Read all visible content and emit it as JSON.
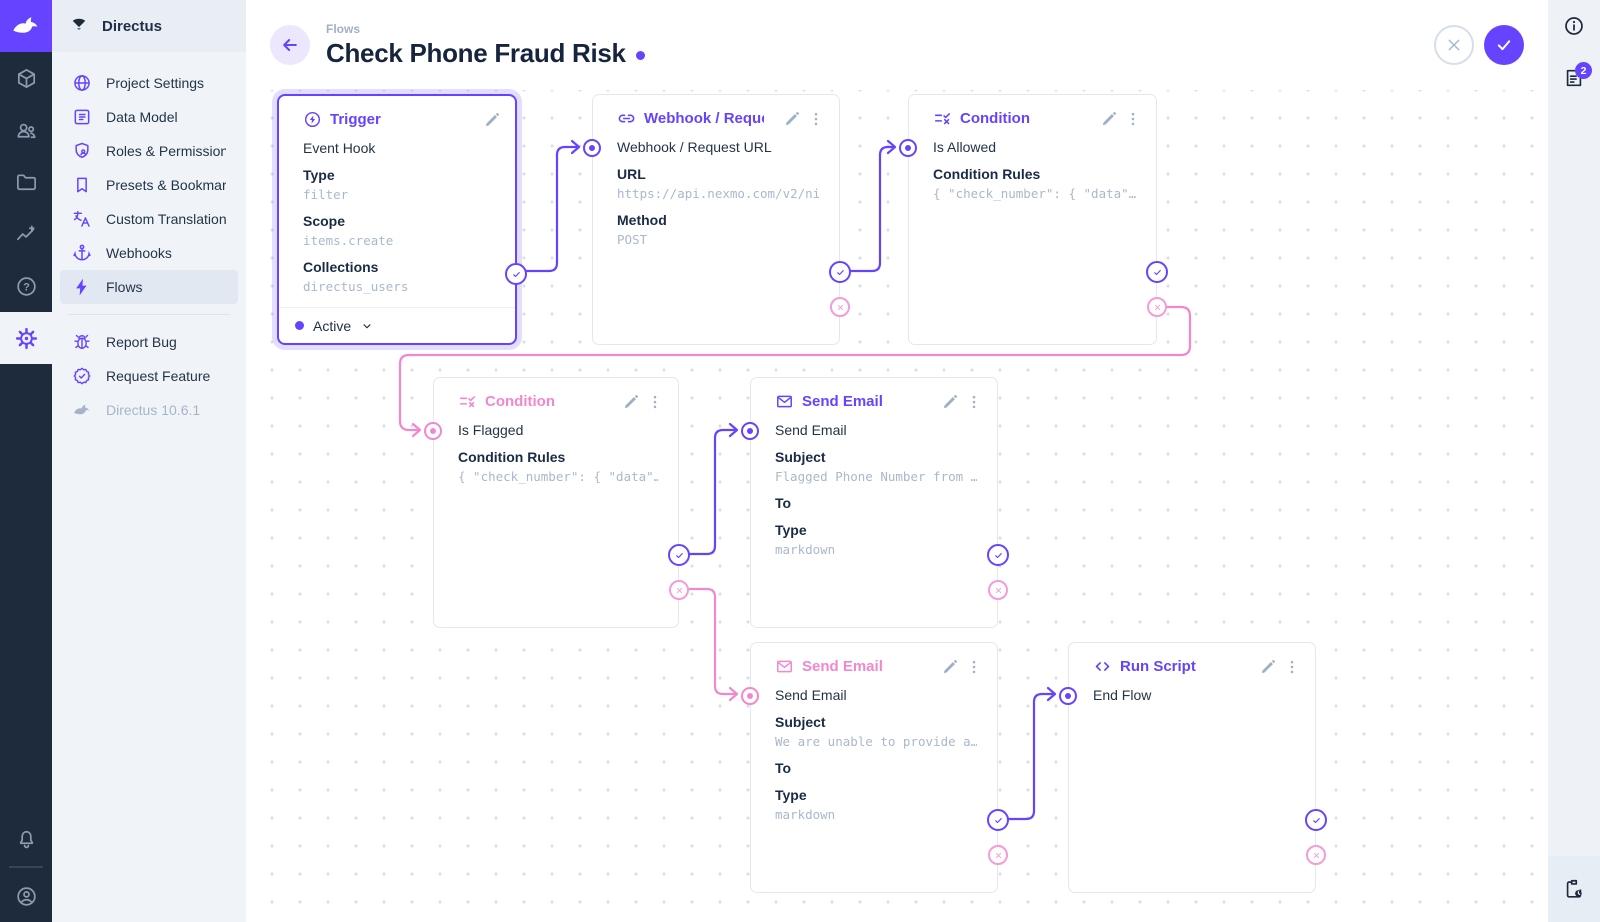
{
  "colors": {
    "accent": "#6644ff",
    "reject": "#f287ce"
  },
  "sidebar": {
    "project_name": "Directus",
    "items": [
      {
        "icon": "globe-icon",
        "label": "Project Settings"
      },
      {
        "icon": "list-alt-icon",
        "label": "Data Model"
      },
      {
        "icon": "shield-icon",
        "label": "Roles & Permissions"
      },
      {
        "icon": "bookmark-icon",
        "label": "Presets & Bookmar..."
      },
      {
        "icon": "translate-icon",
        "label": "Custom Translations"
      },
      {
        "icon": "anchor-icon",
        "label": "Webhooks"
      },
      {
        "icon": "bolt-icon",
        "label": "Flows"
      }
    ],
    "footer_items": [
      {
        "icon": "bug-icon",
        "label": "Report Bug"
      },
      {
        "icon": "verified-icon",
        "label": "Request Feature"
      },
      {
        "icon": "rabbit-icon",
        "label": "Directus 10.6.1"
      }
    ]
  },
  "header": {
    "breadcrumb": "Flows",
    "title": "Check Phone Fraud Risk"
  },
  "right_bar": {
    "notifications_badge": "2"
  },
  "flow": {
    "nodes": {
      "trigger": {
        "title": "Trigger",
        "name": "Event Hook",
        "type_label": "Type",
        "type_value": "filter",
        "scope_label": "Scope",
        "scope_value": "items.create",
        "collections_label": "Collections",
        "collections_value": "directus_users",
        "status": "Active"
      },
      "webhook": {
        "title": "Webhook / Request URL",
        "name": "Webhook / Request URL",
        "url_label": "URL",
        "url_value": "https://api.nexmo.com/v2/ni",
        "method_label": "Method",
        "method_value": "POST"
      },
      "condition_allowed": {
        "title": "Condition",
        "name": "Is Allowed",
        "rules_label": "Condition Rules",
        "rules_value": "{ \"check_number\": { \"data\"…"
      },
      "condition_flagged": {
        "title": "Condition",
        "name": "Is Flagged",
        "rules_label": "Condition Rules",
        "rules_value": "{ \"check_number\": { \"data\"…"
      },
      "email_flagged": {
        "title": "Send Email",
        "name": "Send Email",
        "subject_label": "Subject",
        "subject_value": "Flagged Phone Number from …",
        "to_label": "To",
        "type_label": "Type",
        "type_value": "markdown"
      },
      "email_unable": {
        "title": "Send Email",
        "name": "Send Email",
        "subject_label": "Subject",
        "subject_value": "We are unable to provide a…",
        "to_label": "To",
        "type_label": "Type",
        "type_value": "markdown"
      },
      "run_script": {
        "title": "Run Script",
        "name": "End Flow"
      }
    }
  }
}
